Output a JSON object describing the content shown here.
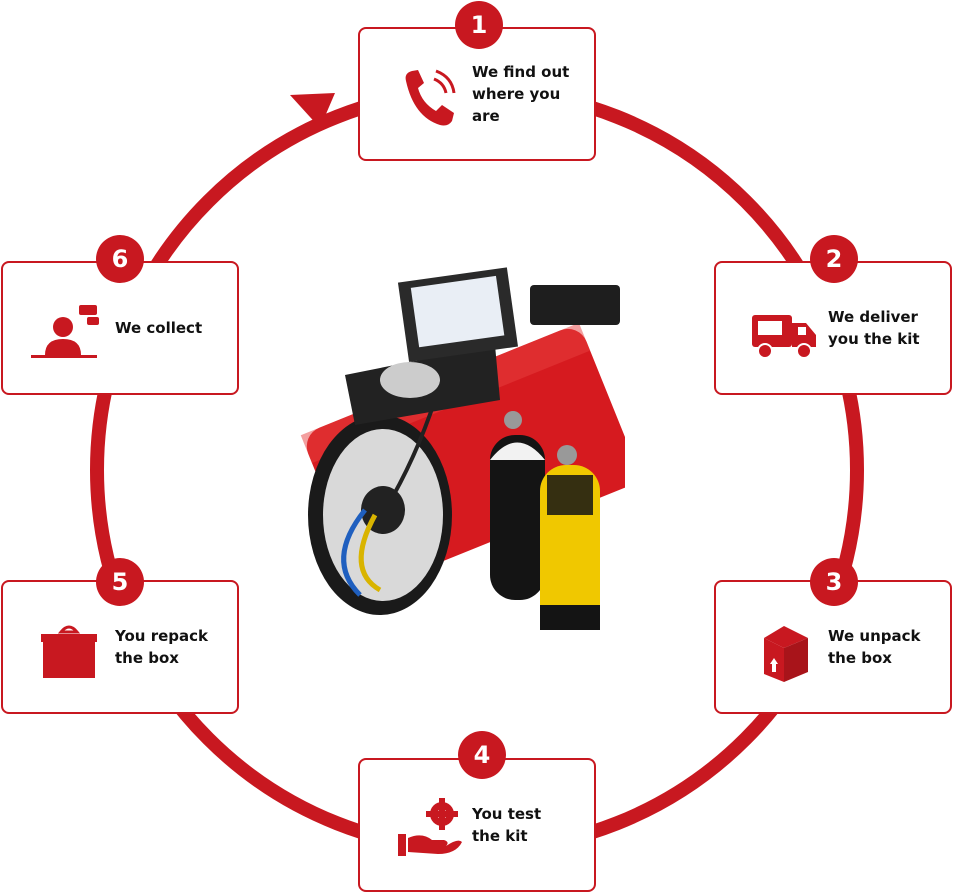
{
  "colors": {
    "accent": "#c81820",
    "text": "#111111"
  },
  "steps": [
    {
      "number": "1",
      "label": "We find out\nwhere you\nare",
      "icon": "phone-ringing-icon"
    },
    {
      "number": "2",
      "label": "We deliver\nyou the kit",
      "icon": "delivery-truck-icon"
    },
    {
      "number": "3",
      "label": "We unpack\nthe box",
      "icon": "box-unpack-icon"
    },
    {
      "number": "4",
      "label": "You test\nthe kit",
      "icon": "hand-gear-icon"
    },
    {
      "number": "5",
      "label": "You repack\nthe box",
      "icon": "box-repack-icon"
    },
    {
      "number": "6",
      "label": "We collect",
      "icon": "person-chat-icon"
    }
  ],
  "image": {
    "name": "test-kit-image"
  }
}
